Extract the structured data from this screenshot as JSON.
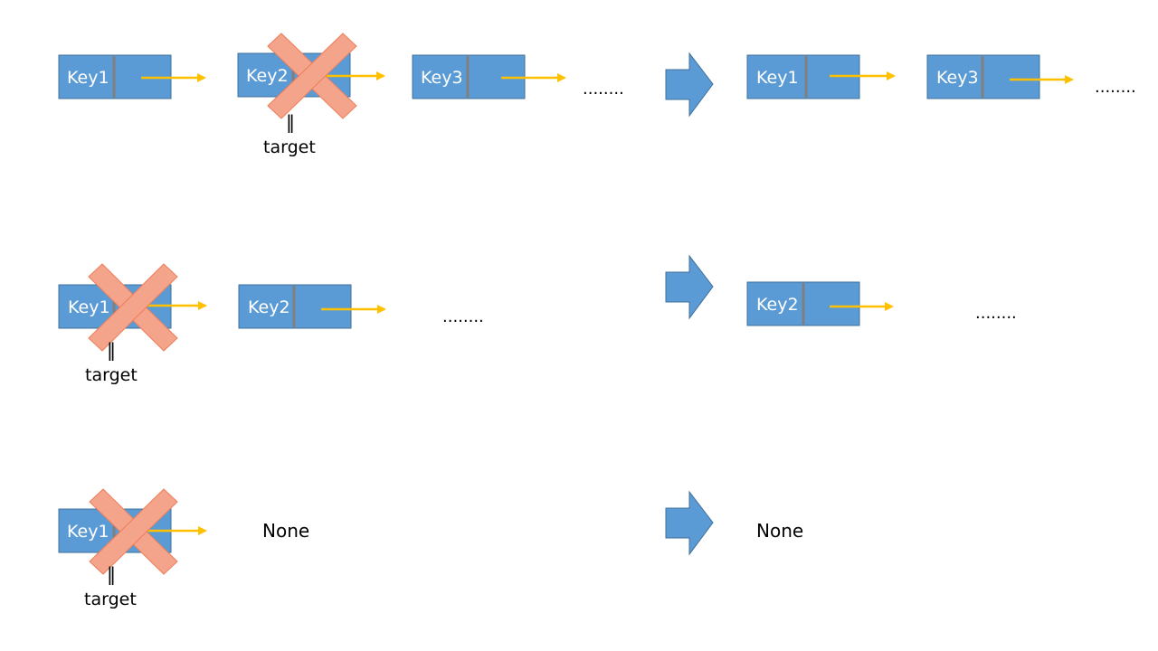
{
  "colors": {
    "node_fill": "#5b9bd5",
    "node_border": "#41719c",
    "divider": "#7f7f7f",
    "pointer": "#ffc000",
    "cross": "#f4a48a",
    "cross_edge": "#ed7d5a",
    "big_arrow": "#5b9bd5",
    "text_on_node": "#ffffff",
    "text": "#000000"
  },
  "rows": [
    {
      "before": {
        "nodes": [
          {
            "label": "Key1",
            "deleted": false
          },
          {
            "label": "Key2",
            "deleted": true,
            "target_label": "target"
          },
          {
            "label": "Key3",
            "deleted": false
          }
        ],
        "tail": "........"
      },
      "after": {
        "nodes": [
          {
            "label": "Key1"
          },
          {
            "label": "Key3"
          }
        ],
        "tail": "........"
      }
    },
    {
      "before": {
        "nodes": [
          {
            "label": "Key1",
            "deleted": true,
            "target_label": "target"
          },
          {
            "label": "Key2",
            "deleted": false
          }
        ],
        "tail": "........"
      },
      "after": {
        "nodes": [
          {
            "label": "Key2"
          }
        ],
        "tail": "........"
      }
    },
    {
      "before": {
        "nodes": [
          {
            "label": "Key1",
            "deleted": true,
            "target_label": "target"
          }
        ],
        "tail": "None"
      },
      "after": {
        "nodes": [],
        "tail": "None"
      }
    }
  ]
}
